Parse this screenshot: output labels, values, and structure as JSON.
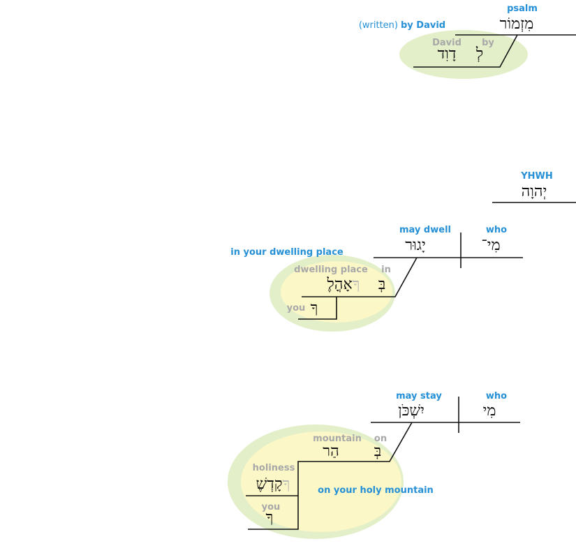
{
  "clause1": {
    "noun_gloss": "psalm",
    "noun_heb": "מִזְמוֹר",
    "phrase_gloss_prefix": "(written)",
    "phrase_gloss_main": "by David",
    "prep_gloss": "by",
    "prep_heb": "לְ",
    "obj_gloss": "David",
    "obj_heb": "דָוִד"
  },
  "vocative": {
    "gloss": "YHWH",
    "heb": "יְהוָה"
  },
  "clause2": {
    "subject_gloss": "who",
    "subject_heb": "מִי־",
    "verb_gloss": "may dwell",
    "verb_heb": "יָגוּר",
    "phrase_gloss": "in your dwelling place",
    "prep_gloss": "in",
    "prep_heb": "בְּ",
    "obj_gloss": "dwelling place",
    "obj_heb": "אָהֳלֶ",
    "obj_faded": "ךָ",
    "poss_gloss": "you",
    "poss_heb": "ךָ"
  },
  "clause3": {
    "subject_gloss": "who",
    "subject_heb": "מִי",
    "verb_gloss": "may stay",
    "verb_heb": "יִשְׁכֹּן",
    "prep_gloss": "on",
    "prep_heb": "בְּ",
    "obj_gloss": "mountain",
    "obj_heb": "הַר",
    "mod_gloss": "holiness",
    "mod_heb": "קָדְשֶׁ",
    "mod_faded": "ךָ",
    "poss_gloss": "you",
    "poss_heb": "ךָ",
    "phrase_gloss": "on your holy mountain"
  },
  "colors": {
    "gloss": "#2590d6",
    "subgloss": "#a8a8a8",
    "highlight_outer": "#e3efc9",
    "highlight_inner": "#fbf7c7"
  }
}
